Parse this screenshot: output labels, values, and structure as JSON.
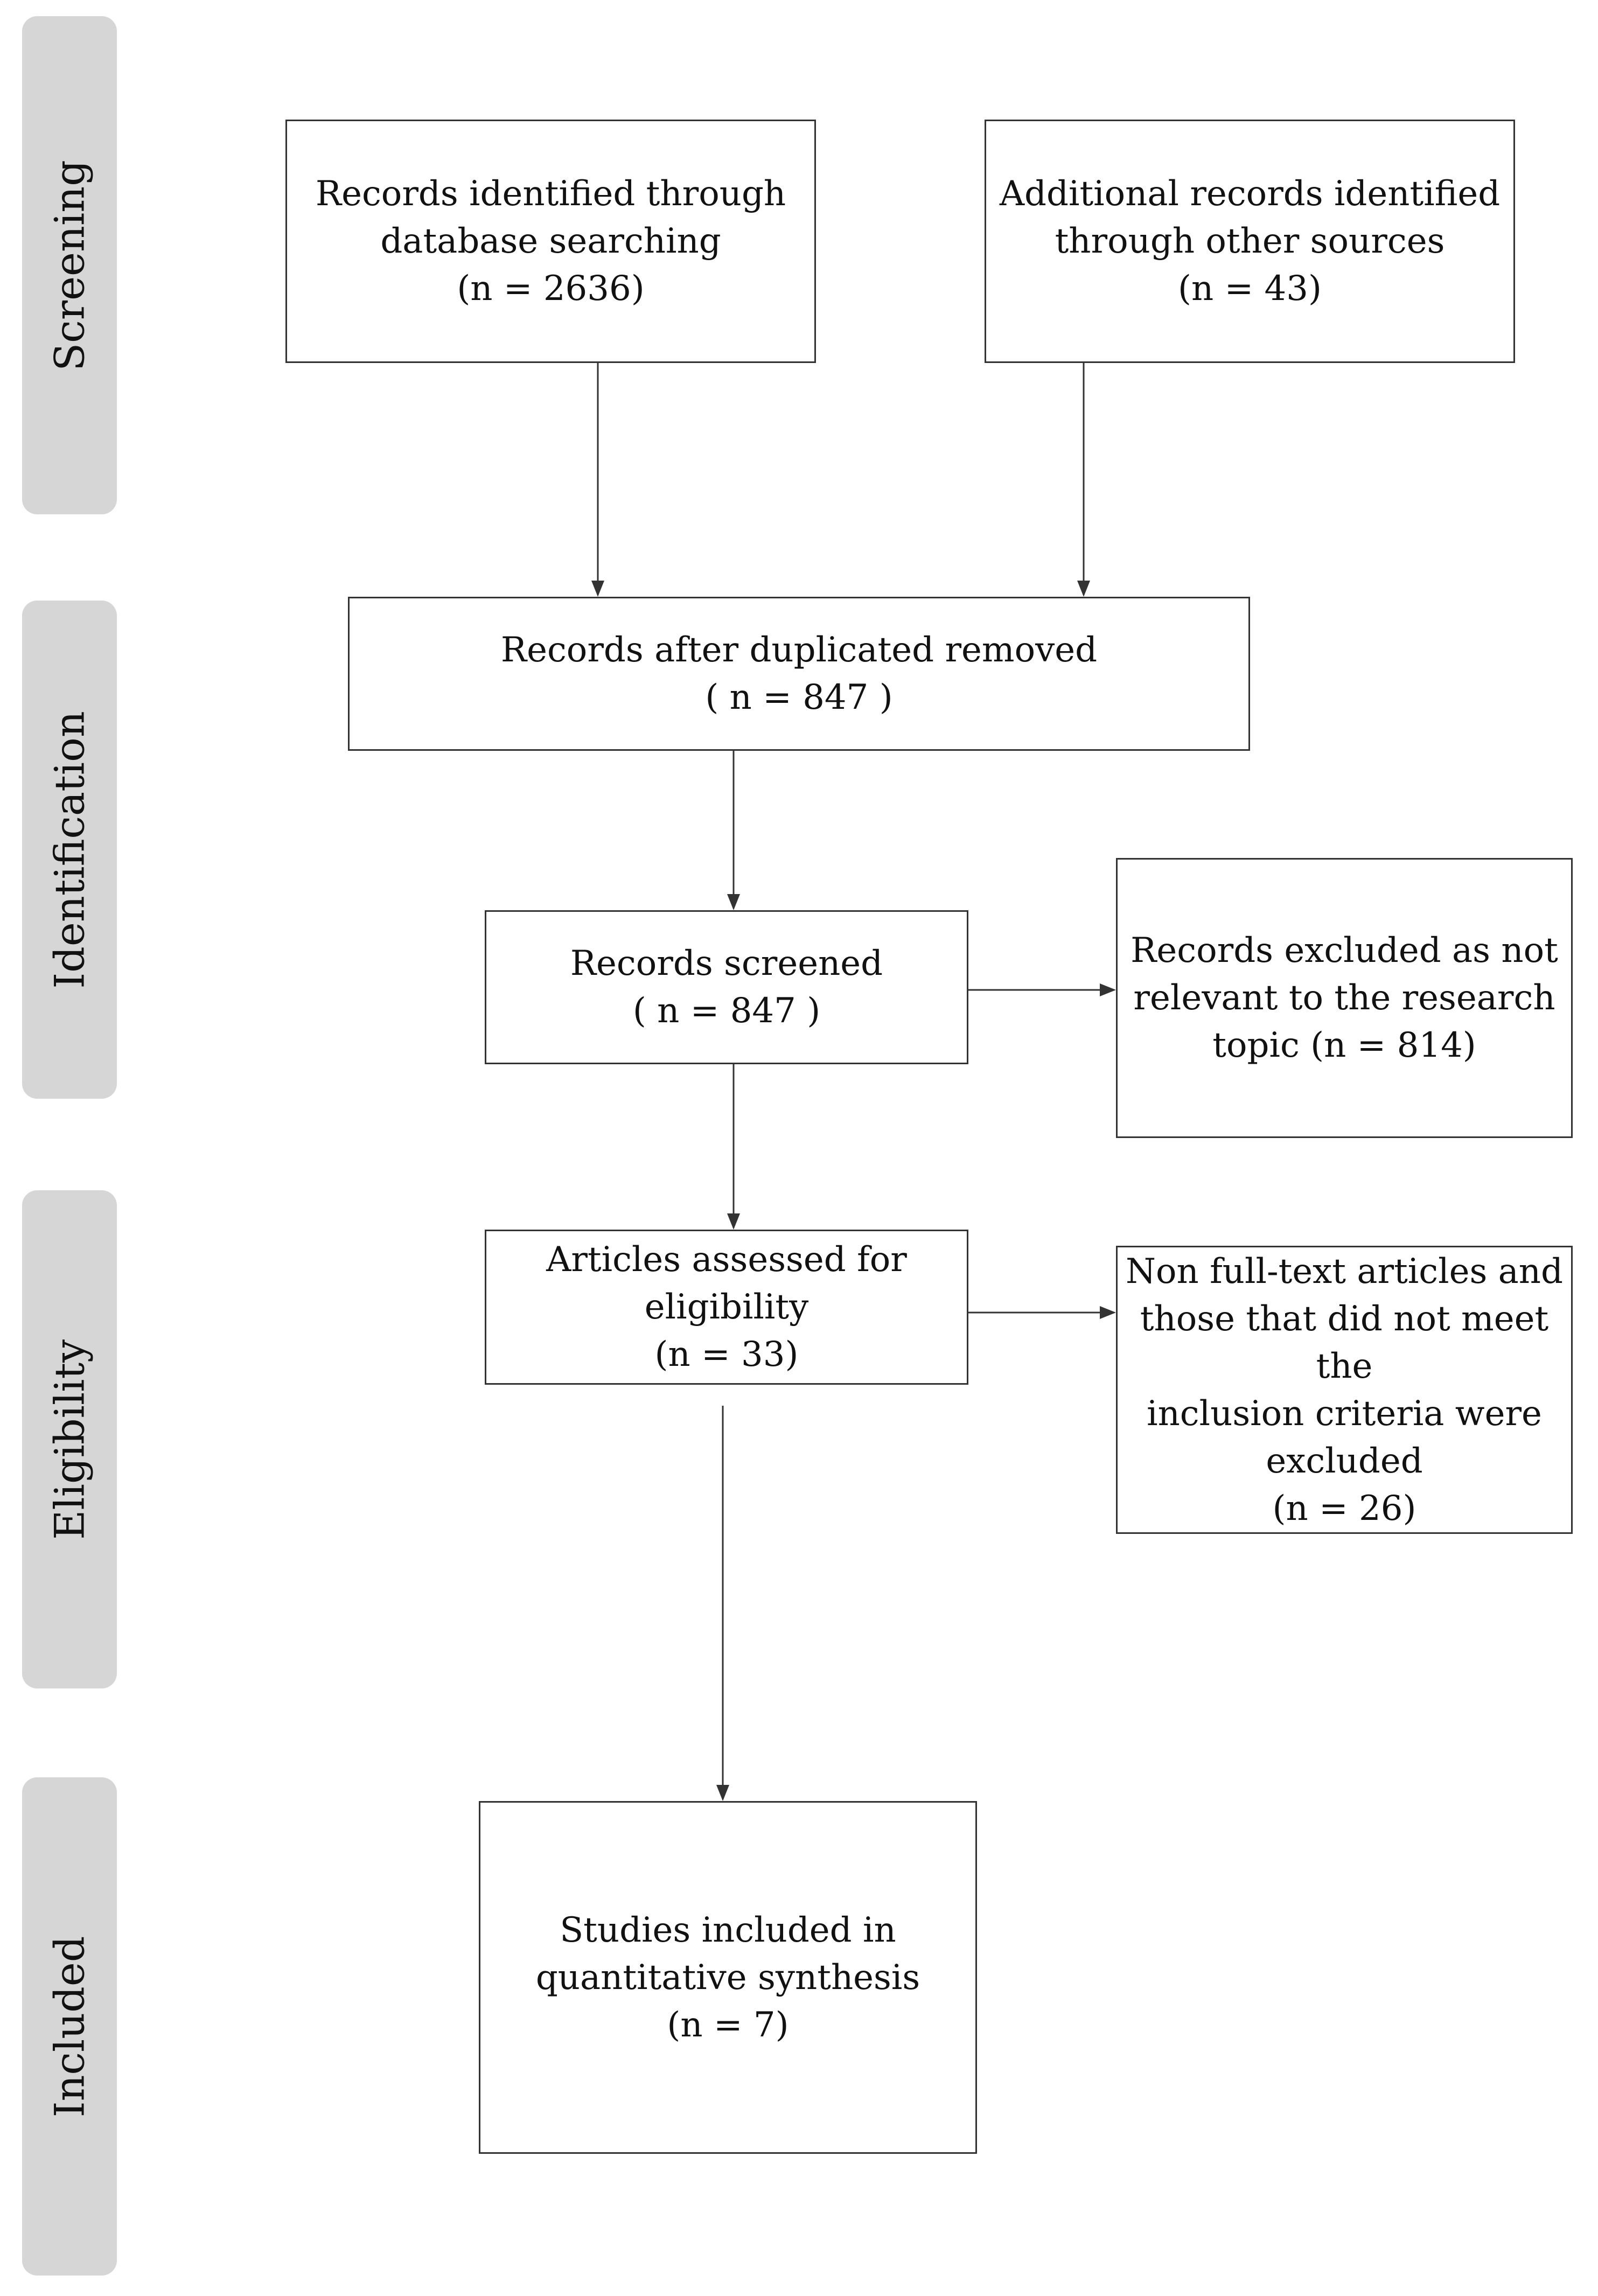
{
  "stages": {
    "screening": "Screening",
    "identification": "Identification",
    "eligibility": "Eligibility",
    "included": "Included"
  },
  "boxes": {
    "database_records": "Records identified through\ndatabase  searching\n(n = 2636)",
    "other_sources": "Additional records identified\nthrough other sources\n(n = 43)",
    "after_duplicates": "Records after duplicated removed\n( n = 847 )",
    "screened": "Records screened\n( n = 847  )",
    "excluded_not_relevant": "Records excluded as not\nrelevant to the research\ntopic (n  = 814)",
    "eligibility_assessed": "Articles assessed for\neligibility\n(n = 33)",
    "excluded_fulltext": "Non full-text articles and\nthose that did not meet the\ninclusion criteria were\nexcluded\n(n = 26)",
    "included_studies": "Studies included in\nquantitative synthesis\n(n = 7)"
  }
}
